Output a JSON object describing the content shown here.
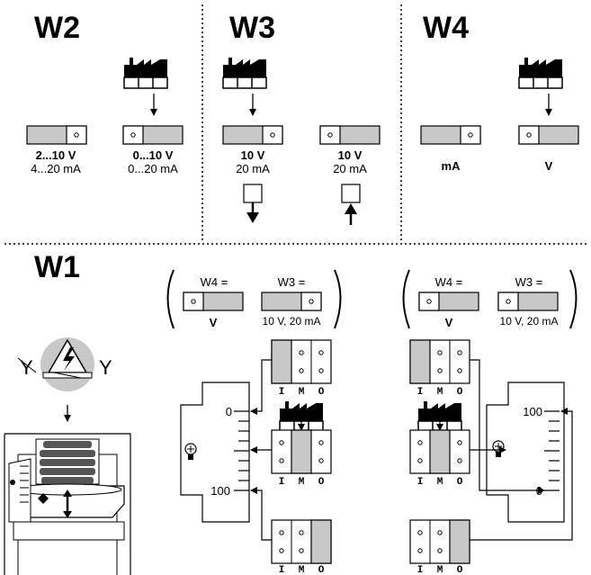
{
  "sections": {
    "w2": {
      "title": "W2",
      "switch_a": {
        "line1": "2...10 V",
        "line2": "4...20 mA"
      },
      "switch_b": {
        "line1": "0...10 V",
        "line2": "0...20 mA"
      }
    },
    "w3": {
      "title": "W3",
      "switch_a": {
        "line1": "10 V",
        "line2": "20 mA"
      },
      "switch_b": {
        "line1": "10 V",
        "line2": "20 mA"
      }
    },
    "w4": {
      "title": "W4",
      "switch_a": {
        "label": "mA"
      },
      "switch_b": {
        "label": "V"
      }
    },
    "w1": {
      "title": "W1",
      "left_config": {
        "w4_label": "W4 =",
        "w4_value": "V",
        "w3_label": "W3 =",
        "w3_value": "10 V, 20 mA",
        "scale_top": "0",
        "scale_bottom": "100",
        "imo": [
          "I",
          "M",
          "O"
        ]
      },
      "right_config": {
        "w4_label": "W4 =",
        "w4_value": "V",
        "w3_label": "W3 =",
        "w3_value": "10 V, 20 mA",
        "scale_top": "100",
        "scale_bottom": "0",
        "imo": [
          "I",
          "M",
          "O"
        ]
      },
      "symbol_left": "Y",
      "symbol_right": "Y"
    }
  },
  "colors": {
    "switch_fill": "#c8c8c8",
    "line": "#000000",
    "separator": "#000000"
  }
}
